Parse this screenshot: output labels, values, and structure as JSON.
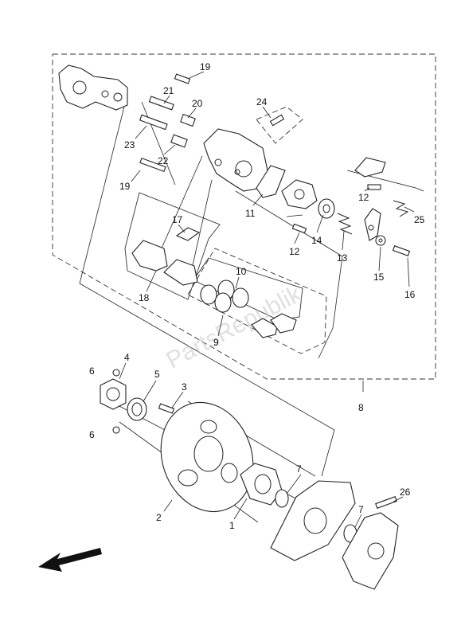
{
  "watermark": "PartsRepublik",
  "callouts": {
    "c1": "1",
    "c2": "2",
    "c3": "3",
    "c4": "4",
    "c5": "5",
    "c6a": "6",
    "c6b": "6",
    "c7a": "7",
    "c7b": "7",
    "c8": "8",
    "c9": "9",
    "c10": "10",
    "c11": "11",
    "c12a": "12",
    "c12b": "12",
    "c13": "13",
    "c14": "14",
    "c15": "15",
    "c16": "16",
    "c17": "17",
    "c18": "18",
    "c19a": "19",
    "c19b": "19",
    "c20": "20",
    "c21": "21",
    "c22": "22",
    "c23": "23",
    "c24": "24",
    "c25": "25",
    "c26": "26"
  }
}
